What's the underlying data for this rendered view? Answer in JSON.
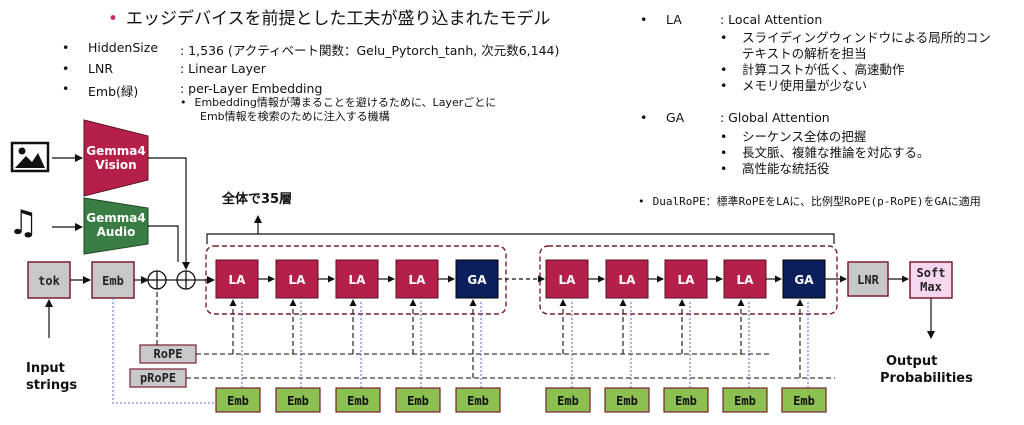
{
  "title": "エッジデバイスを前提とした工夫が盛り込まれたモデル",
  "specs": [
    {
      "key": "HiddenSize",
      "value": ": 1,536 (アクティベート関数：Gelu_Pytorch_tanh, 次元数6,144)"
    },
    {
      "key": "LNR",
      "value": ": Linear Layer"
    },
    {
      "key": "Emb(緑)",
      "value": ": per-Layer Embedding"
    }
  ],
  "emb_note": [
    "Embedding情報が薄まることを避けるために、Layerごとに",
    "Emb情報を検索のために注入する機構"
  ],
  "la_note": {
    "key": "LA",
    "value": ": Local Attention",
    "bullets": [
      "スライディングウィンドウによる局所的コン",
      "テキストの解析を担当",
      "計算コストが低く、高速動作",
      "メモリ使用量が少ない"
    ]
  },
  "ga_note": {
    "key": "GA",
    "value": ": Global Attention",
    "bullets": [
      "シーケンス全体の把握",
      "長文脈、複雑な推論を対応する。",
      "高性能な統括役"
    ]
  },
  "dualrope": "DualRoPE：標準RoPEをLAに、比例型RoPE(p-RoPE)をGAに適用",
  "diagram": {
    "layers_label": "全体で35層",
    "vision_label": [
      "Gemma4",
      "Vision"
    ],
    "audio_label": [
      "Gemma4",
      "Audio"
    ],
    "tok": "tok",
    "emb": "Emb",
    "la": "LA",
    "ga": "GA",
    "lnr": "LNR",
    "softmax": [
      "Soft",
      "Max"
    ],
    "rope": "RoPE",
    "prope": "pRoPE",
    "input_label": [
      "Input",
      "strings"
    ],
    "output_label": [
      "Output",
      "Probabilities"
    ],
    "group1": [
      "LA",
      "LA",
      "LA",
      "LA",
      "GA"
    ],
    "group2": [
      "LA",
      "LA",
      "LA",
      "LA",
      "GA"
    ],
    "emb_row": [
      "Emb",
      "Emb",
      "Emb",
      "Emb",
      "Emb",
      "Emb",
      "Emb",
      "Emb",
      "Emb",
      "Emb"
    ]
  },
  "colors": {
    "la": "#b5204a",
    "ga": "#0a1f5c",
    "vision": "#b5204a",
    "audio": "#3a7d44",
    "emb": "#8cc152",
    "gray": "#c8c8c8",
    "softmax": "#f7d7ef",
    "group_border": "#7a1f2e",
    "bullet": "#c0306a"
  }
}
